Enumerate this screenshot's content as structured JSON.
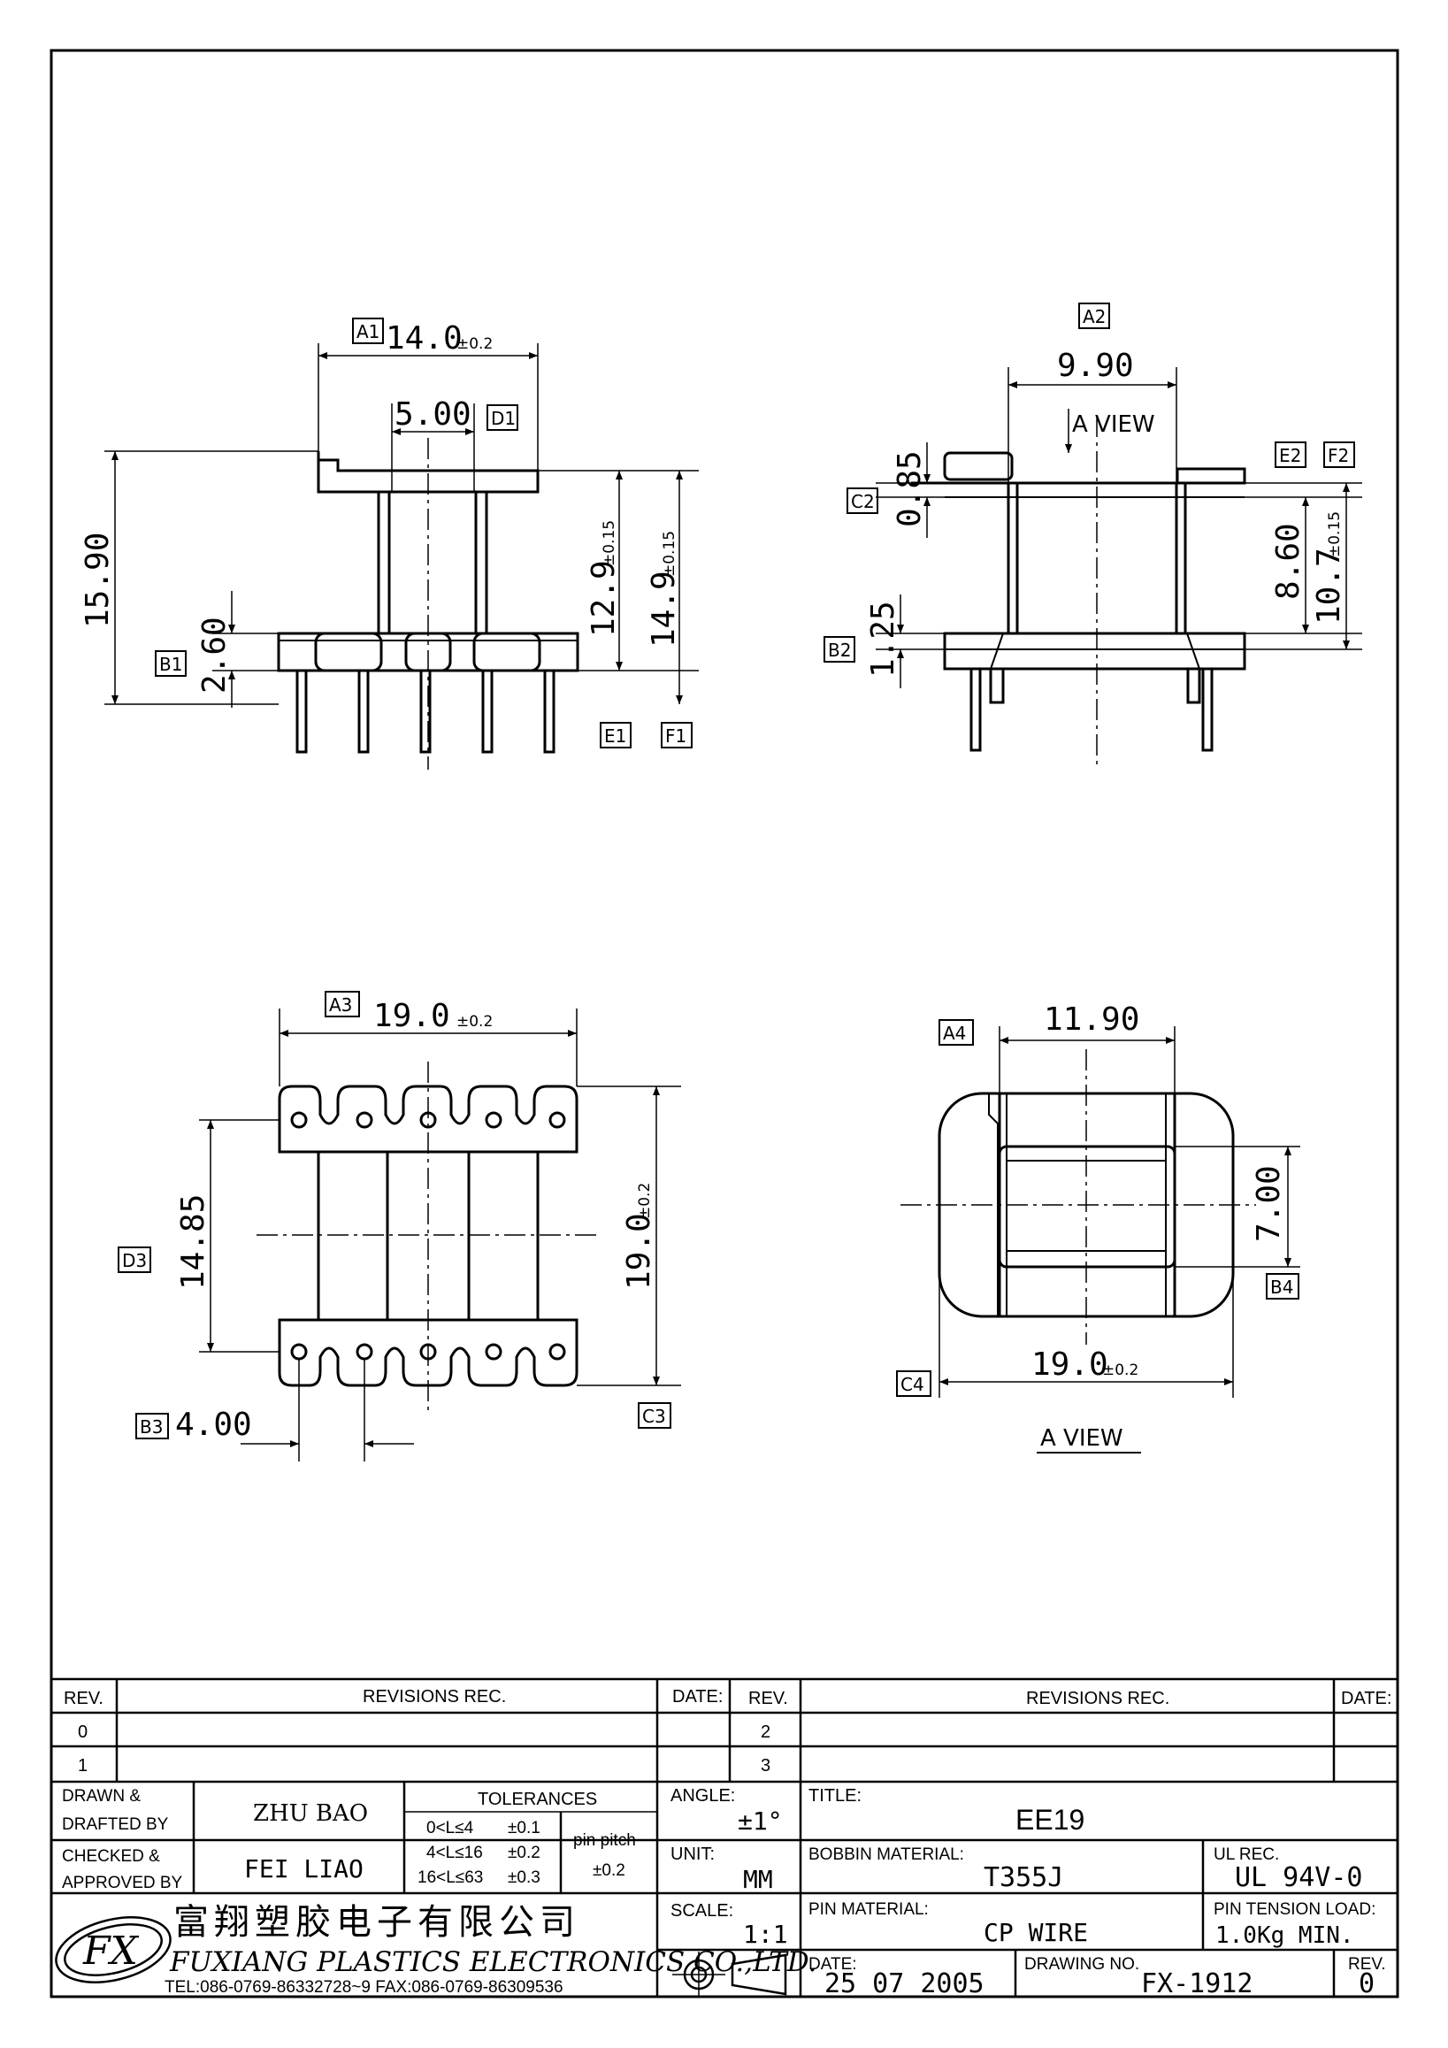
{
  "views": {
    "front": {
      "dim_width": "14.0",
      "dim_width_tol": "±0.2",
      "tag_width": "A1",
      "dim_inner": "5.00",
      "tag_inner": "D1",
      "dim_height": "15.90",
      "dim_h1": "12.9",
      "dim_h1_tol": "±0.15",
      "dim_h2": "14.9",
      "dim_h2_tol": "±0.15",
      "dim_base": "2.60",
      "tag_base": "B1",
      "tag_e": "E1",
      "tag_f": "F1"
    },
    "side": {
      "dim_width": "9.90",
      "tag_width": "A2",
      "view_label": "A VIEW",
      "dim_top": "0.85",
      "tag_top": "C2",
      "dim_bottom": "1.25",
      "tag_bottom": "B2",
      "dim_inner": "8.60",
      "dim_total": "10.7",
      "dim_total_tol": "±0.15",
      "tag_e": "E2",
      "tag_f": "F2"
    },
    "bottom": {
      "dim_width": "19.0",
      "dim_width_tol": "±0.2",
      "tag_width": "A3",
      "dim_spacing": "14.85",
      "tag_spacing": "D3",
      "dim_height": "19.0",
      "dim_height_tol": "±0.2",
      "tag_height": "C3",
      "dim_pitch": "4.00",
      "tag_pitch": "B3"
    },
    "aview": {
      "dim_top": "11.90",
      "tag_top": "A4",
      "dim_side": "7.00",
      "tag_side": "B4",
      "dim_bottom": "19.0",
      "dim_bottom_tol": "±0.2",
      "tag_bottom": "C4",
      "caption": "A VIEW"
    }
  },
  "titleblock": {
    "rev_header": "REV.",
    "revisions_header": "REVISIONS   REC.",
    "date_header": "DATE:",
    "rev_left": [
      "0",
      "1"
    ],
    "rev_right": [
      "2",
      "3"
    ],
    "drawn_label": "DRAWN &\nDRAFTED BY",
    "drawn_by": "ZHU BAO",
    "checked_label": "CHECKED &\nAPPROVED BY",
    "checked_by": "FEI LIAO",
    "tolerances_header": "TOLERANCES",
    "tol_rows": [
      {
        "range": "0<L≤4",
        "tol": "±0.1"
      },
      {
        "range": "4<L≤16",
        "tol": "±0.2"
      },
      {
        "range": "16<L≤63",
        "tol": "±0.3"
      }
    ],
    "pin_pitch_label": "pin  pitch",
    "pin_pitch_tol": "±0.2",
    "angle_label": "ANGLE:",
    "angle_value": "±1°",
    "unit_label": "UNIT:",
    "unit_value": "MM",
    "scale_label": "SCALE:",
    "scale_value": "1:1",
    "title_label": "TITLE:",
    "title_value": "EE19",
    "bobbin_material_label": "BOBBIN  MATERIAL:",
    "bobbin_material_value": "T355J",
    "ul_rec_label": "UL  REC.",
    "ul_rec_value": "UL  94V-0",
    "pin_material_label": "PIN  MATERIAL:",
    "pin_material_value": "CP  WIRE",
    "pin_tension_label": "PIN  TENSION  LOAD:",
    "pin_tension_value": "1.0Kg    MIN.",
    "date_label": "DATE:",
    "date_value": "25  07  2005",
    "drawing_no_label": "DRAWING  NO.",
    "drawing_no_value": "FX-1912",
    "rev_label": "REV.",
    "rev_value": "0",
    "company_cn": "富翔塑胶电子有限公司",
    "company_en": "FUXIANG  PLASTICS  ELECTRONICS  CO.,LTD.",
    "company_contact": "TEL:086-0769-86332728~9   FAX:086-0769-86309536",
    "logo_text": "FX"
  }
}
